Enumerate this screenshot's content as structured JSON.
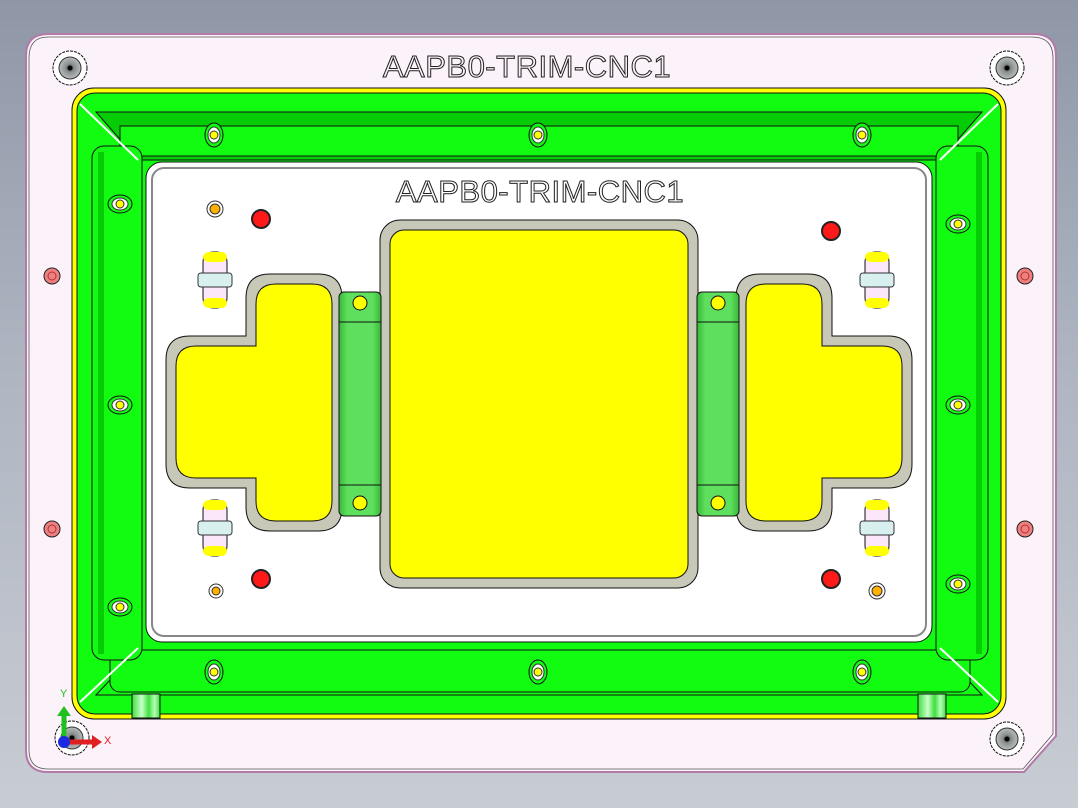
{
  "viewport": {
    "type": "CAD 3D model view (top view)",
    "background_gradient": [
      "#8f97a7",
      "#c8ccd3"
    ]
  },
  "model": {
    "base_plate_label": "AAPB0-TRIM-CNC1",
    "inner_plate_label": "AAPB0-TRIM-CNC1",
    "colors": {
      "base_plate": "#fcf2fa",
      "base_plate_edge": "#b27aa8",
      "frame_green": "#12fc12",
      "frame_green_dark": "#06cc06",
      "frame_rim_yellow": "#ffff00",
      "inner_plate": "#ffffff",
      "pocket_yellow": "#ffff00",
      "clamp_green": "#55dd55",
      "locator_pin_red": "#ff1a1a",
      "bolt_pink": "#f08080",
      "pin_orange": "#ffb000"
    }
  },
  "triad": {
    "x_label": "X",
    "y_label": "Y",
    "x_color": "#e02020",
    "y_color": "#20c020",
    "z_color": "#1a2ae0"
  }
}
